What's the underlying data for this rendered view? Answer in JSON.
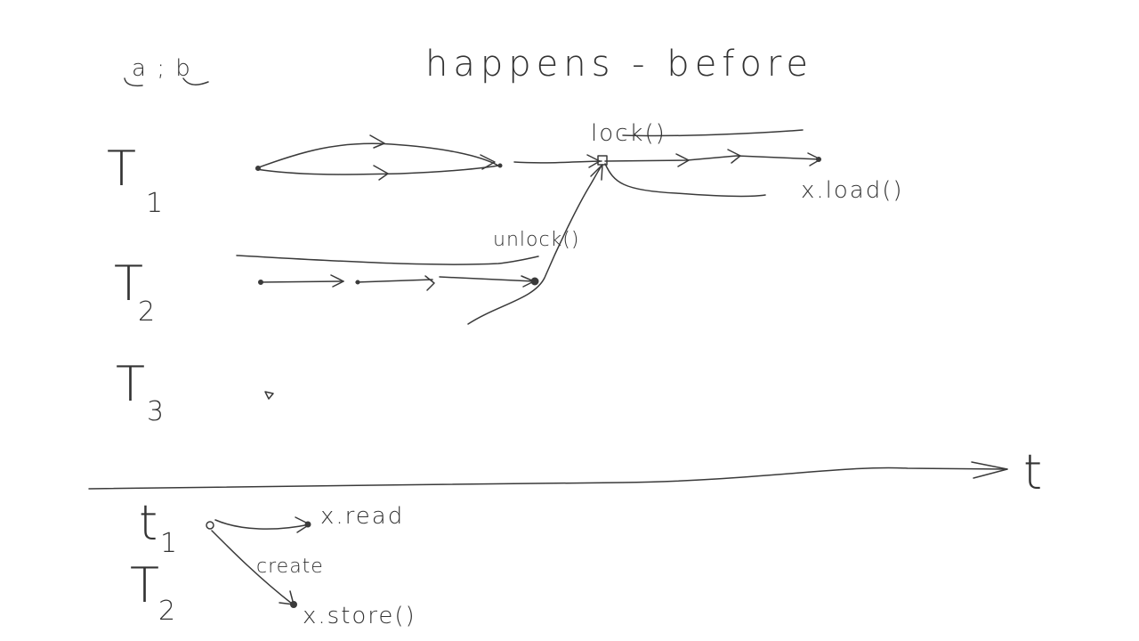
{
  "title": "happens - before",
  "notation": "a ; b",
  "threads": [
    {
      "id": "T",
      "sub": "1"
    },
    {
      "id": "T",
      "sub": "2"
    },
    {
      "id": "T",
      "sub": "3"
    }
  ],
  "annotations": {
    "lock": "lock()",
    "unlock": "unlock()",
    "x_load": "x.load()",
    "create": "create",
    "x_read": "x.read",
    "x_store": "x.store()"
  },
  "time_axis_label": "t",
  "bottom_threads": [
    {
      "id": "t",
      "sub": "1"
    },
    {
      "id": "T",
      "sub": "2"
    }
  ],
  "colors": {
    "ink": "#3a3a3a",
    "background": "#ffffff"
  }
}
